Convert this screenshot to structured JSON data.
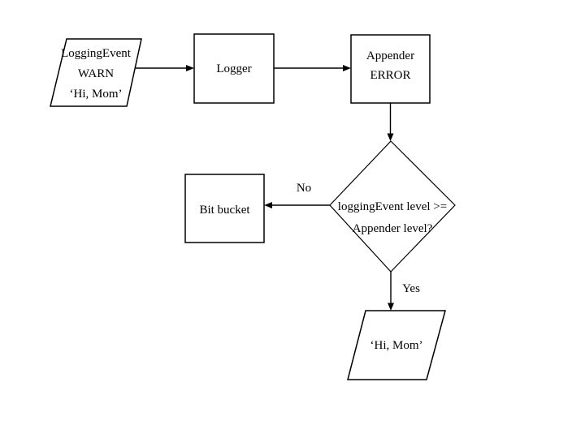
{
  "colors": {
    "background": "#ffffff",
    "line": "#000000",
    "text": "#000000"
  },
  "diagram": {
    "type": "flowchart",
    "nodes": {
      "logging_event": {
        "shape": "parallelogram",
        "lines": [
          "LoggingEvent",
          "WARN",
          "‘Hi, Mom’"
        ]
      },
      "logger": {
        "shape": "rectangle",
        "lines": [
          "Logger"
        ]
      },
      "appender": {
        "shape": "rectangle",
        "lines": [
          "Appender",
          "ERROR"
        ]
      },
      "decision": {
        "shape": "diamond",
        "lines": [
          "loggingEvent level >=",
          "Appender level?"
        ]
      },
      "bit_bucket": {
        "shape": "rectangle",
        "lines": [
          "Bit bucket"
        ]
      },
      "output_message": {
        "shape": "parallelogram",
        "lines": [
          "‘Hi, Mom’"
        ]
      }
    },
    "edges": {
      "no_label": "No",
      "yes_label": "Yes"
    }
  }
}
